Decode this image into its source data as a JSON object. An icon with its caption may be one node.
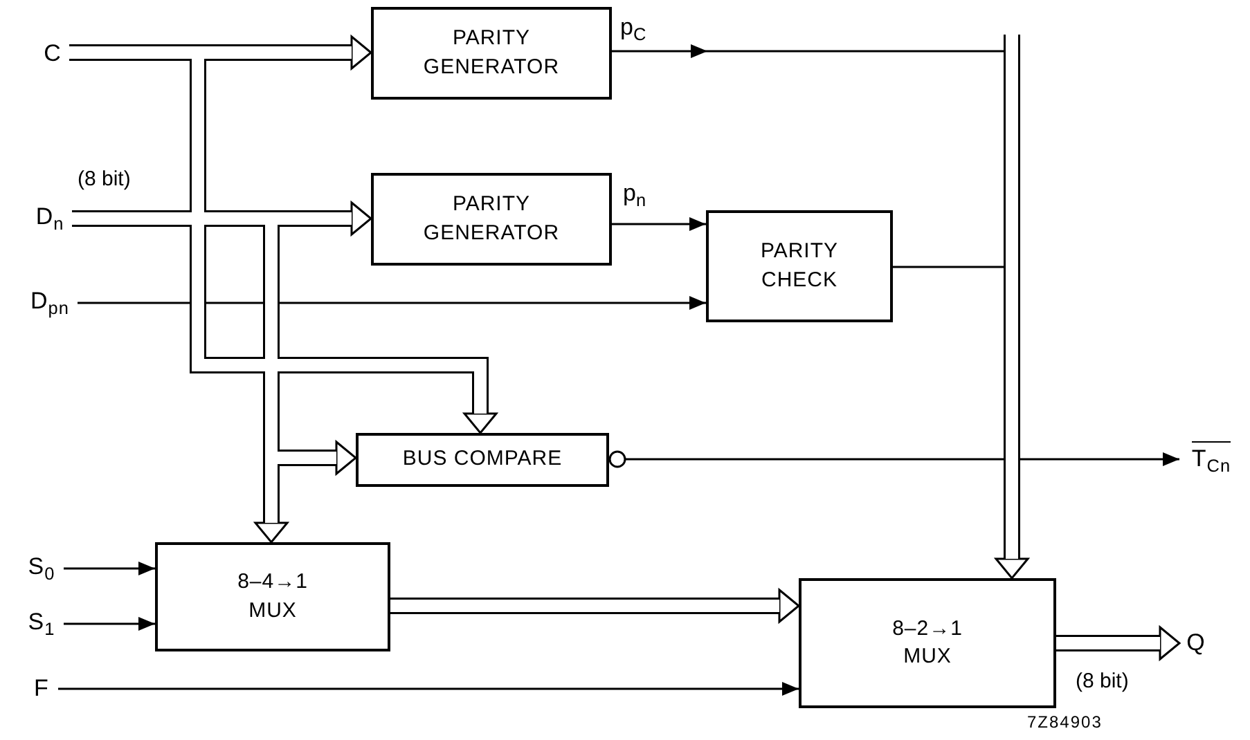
{
  "diagram": {
    "nodes": [
      {
        "text": [
          "C"
        ]
      },
      {
        "text": [
          "PARITY GENERATOR"
        ]
      },
      {
        "text": [
          "D$_{n}$"
        ],
        "beside": [
          "(8 bit)"
        ]
      },
      {
        "text": [
          "PARITY GENERATOR"
        ]
      },
      {
        "text": [
          "PARITY CHECK"
        ]
      },
      {
        "text": [
          "D$_{pn}$"
        ]
      },
      {
        "text": [
          "BUS COMPARE"
        ]
      },
      {
        "text": [
          "T$_{Cn}$"
        ]
      },
      {
        "text": [
          "S$_{0}$"
        ]
      },
      {
        "text": [
          "S$_{1}$"
        ]
      },
      {
        "text": [
          "8–4→1 MUX"
        ]
      },
      {
        "text": [
          "F"
        ]
      },
      {
        "text": [
          "8–2→1 MUX"
        ]
      },
      {
        "text": [
          "Q"
        ]
      }
    ],
    "edges": [
      {
        "from": 0,
        "to": 1,
        "arrow": "to"
      },
      {
        "from": 0,
        "to": 6,
        "arrow": "to"
      },
      {
        "from": 2,
        "to": 3,
        "arrow": "to"
      },
      {
        "from": 2,
        "to": 6,
        "arrow": "to"
      },
      {
        "from": 2,
        "to": 10,
        "arrow": "to"
      },
      {
        "from": 1,
        "to": 12,
        "arrow": "to",
        "label": "p$_{C}$"
      },
      {
        "from": 3,
        "to": 4,
        "arrow": "to",
        "label": "p$_{n}$"
      },
      {
        "from": 5,
        "to": 4,
        "arrow": "to"
      },
      {
        "from": 4,
        "to": 12,
        "arrow": "to"
      },
      {
        "from": 6,
        "to": 7,
        "arrow": "to"
      },
      {
        "from": 8,
        "to": 10,
        "arrow": "to"
      },
      {
        "from": 9,
        "to": 10,
        "arrow": "to"
      },
      {
        "from": 10,
        "to": 12,
        "arrow": "to"
      },
      {
        "from": 11,
        "to": 12,
        "arrow": "to"
      },
      {
        "from": 12,
        "to": 13,
        "arrow": "to"
      }
    ],
    "labels": [
      "(8 bit)",
      "7Z84903"
    ]
  }
}
